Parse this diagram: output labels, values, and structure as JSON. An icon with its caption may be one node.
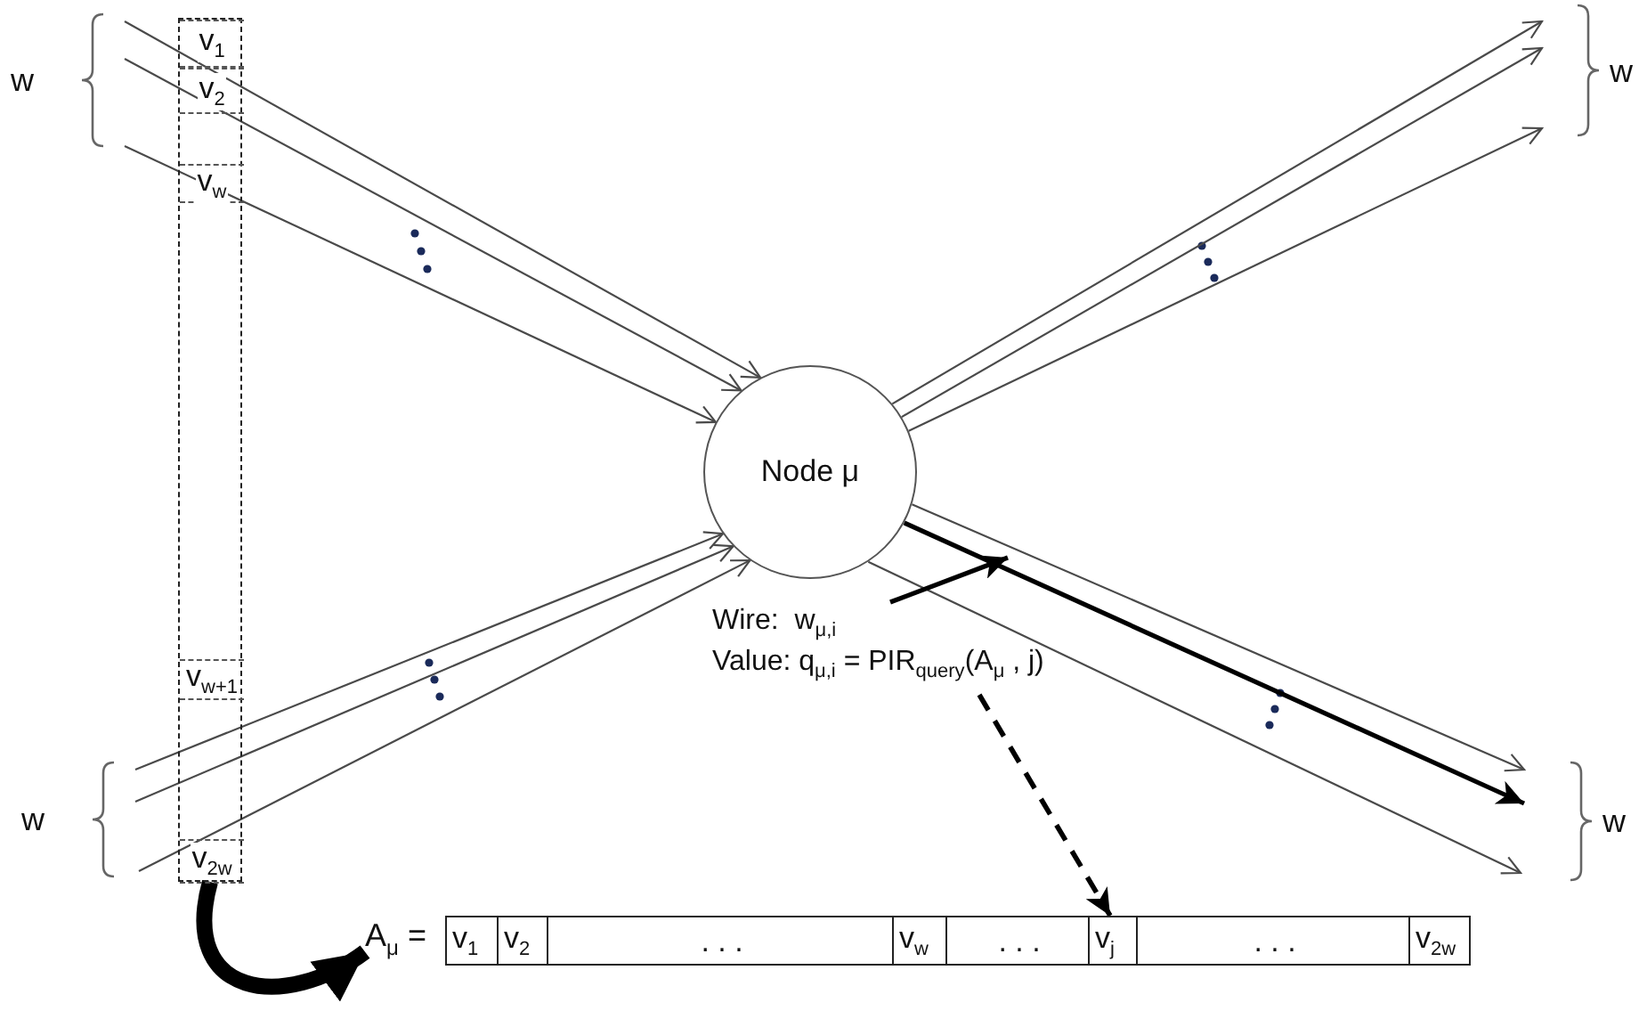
{
  "diagram": {
    "nodes": [
      {
        "text": [],
        "shape": "box"
      },
      {
        "text": [
          "v$_{1}$"
        ],
        "in": 0
      },
      {
        "text": [
          "v$_{2}$"
        ],
        "in": 0
      },
      {
        "text": [
          "v$_{w}$"
        ],
        "in": 0
      },
      {
        "text": [
          "v$_{w+1}$"
        ],
        "in": 0
      },
      {
        "text": [
          "v$_{2w}$"
        ],
        "in": 0
      },
      {
        "text": [
          "Node μ"
        ]
      },
      {
        "text": [
          "Wire:  w$_{μ,i}$",
          "Value: q$_{μ,i}$ = PIR$_{query}$(A$_{μ}$ , j)"
        ]
      },
      {
        "text": [
          "A$_{μ}$ ="
        ]
      },
      {
        "text": [
          "v$_{1}$"
        ],
        "in": 8
      },
      {
        "text": [
          "v$_{2}$"
        ],
        "in": 8
      },
      {
        "text": [
          ". . ."
        ],
        "in": 8
      },
      {
        "text": [
          "v$_{w}$"
        ],
        "in": 8
      },
      {
        "text": [
          ". . ."
        ],
        "in": 8
      },
      {
        "text": [
          "v$_{j}$"
        ],
        "in": 8
      },
      {
        "text": [
          ". . ."
        ],
        "in": 8
      },
      {
        "text": [
          "v$_{2w}$"
        ],
        "in": 8
      }
    ],
    "edges": [
      {
        "from": null,
        "to": 6,
        "arrow": "to"
      },
      {
        "from": null,
        "to": 6,
        "arrow": "to"
      },
      {
        "from": null,
        "to": 6,
        "arrow": "to"
      },
      {
        "from": null,
        "to": 6,
        "arrow": "to"
      },
      {
        "from": null,
        "to": 6,
        "arrow": "to"
      },
      {
        "from": null,
        "to": 6,
        "arrow": "to"
      },
      {
        "from": 6,
        "to": null,
        "arrow": "to"
      },
      {
        "from": 6,
        "to": null,
        "arrow": "to"
      },
      {
        "from": 6,
        "to": null,
        "arrow": "to"
      },
      {
        "from": 6,
        "to": null,
        "arrow": "to"
      },
      {
        "from": 6,
        "to": null,
        "arrow": "to",
        "style": "thick",
        "color": "#000000"
      },
      {
        "from": 6,
        "to": null,
        "arrow": "to"
      },
      {
        "from": 7,
        "to": null,
        "arrow": "to",
        "style": "thick",
        "color": "#000000"
      },
      {
        "from": 7,
        "to": 14,
        "arrow": "to",
        "style": "dashed",
        "color": "#000000"
      },
      {
        "from": 0,
        "to": 8,
        "arrow": "to",
        "style": "thick",
        "color": "#000000"
      }
    ],
    "labels": [
      "w",
      "w",
      "w",
      "w"
    ]
  }
}
